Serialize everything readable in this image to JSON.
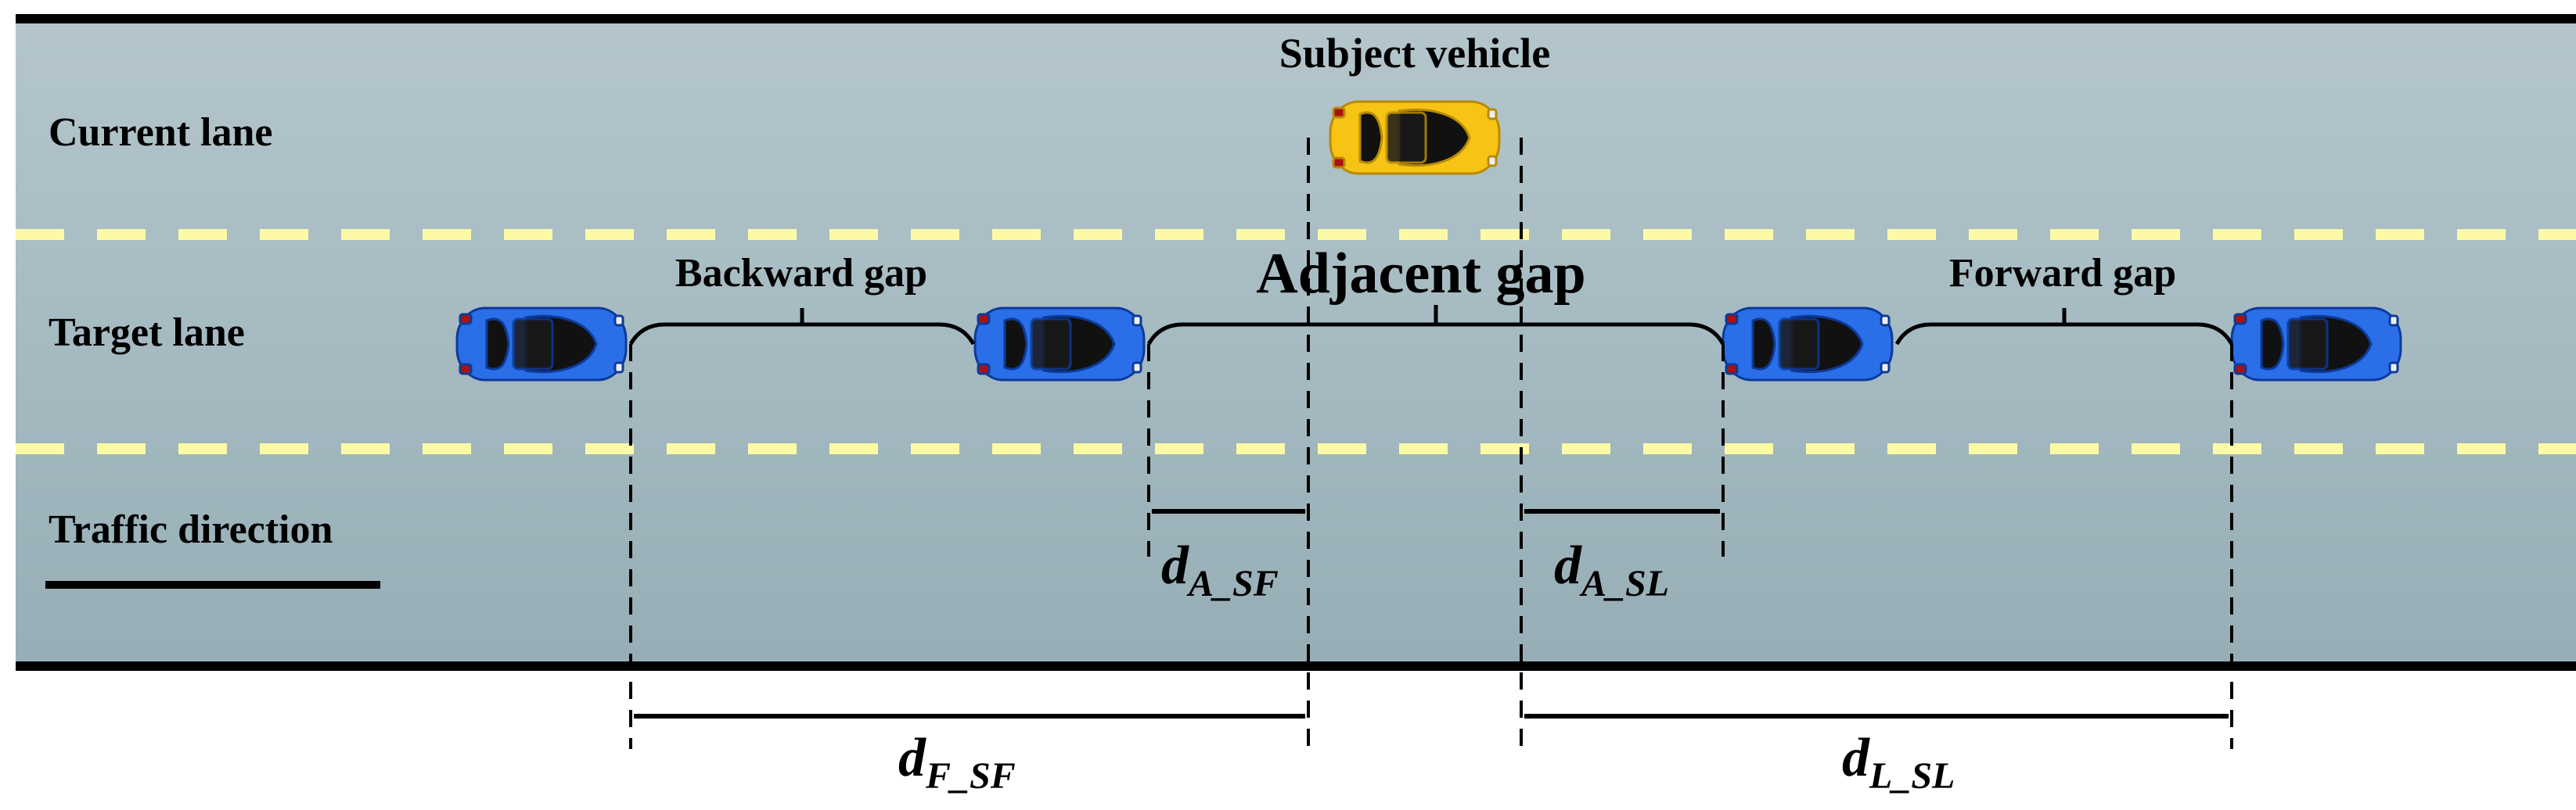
{
  "labels": {
    "subject_vehicle": "Subject vehicle",
    "current_lane": "Current lane",
    "target_lane": "Target lane",
    "traffic_direction": "Traffic direction",
    "backward_gap": "Backward gap",
    "adjacent_gap": "Adjacent gap",
    "forward_gap": "Forward gap"
  },
  "distances": {
    "d_a_sf": {
      "base": "d",
      "sub": "A_SF"
    },
    "d_a_sl": {
      "base": "d",
      "sub": "A_SL"
    },
    "d_f_sf": {
      "base": "d",
      "sub": "F_SF"
    },
    "d_l_sl": {
      "base": "d",
      "sub": "L_SL"
    }
  },
  "colors": {
    "road_top": "#b4c6cc",
    "road_bottom": "#97aeb6",
    "lane_marking": "#fdfaa6",
    "subject_car": "#f7c315",
    "target_car": "#2a6ee8",
    "line": "#000000"
  }
}
